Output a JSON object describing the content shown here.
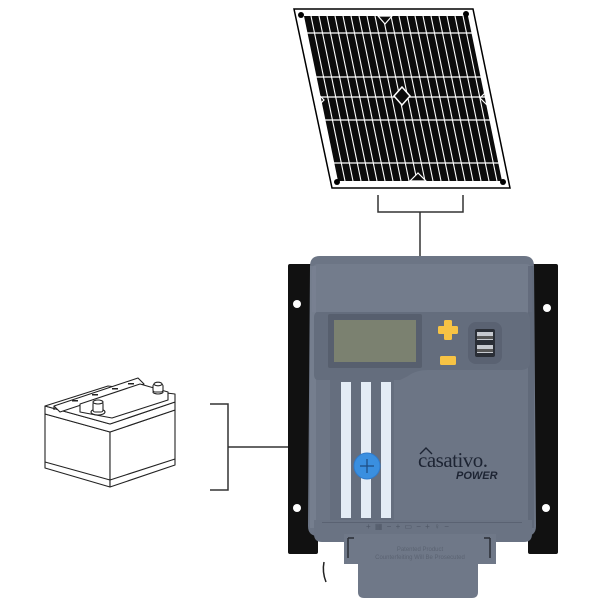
{
  "scene": {
    "description": "Solar charge controller wiring diagram",
    "background": "#ffffff"
  },
  "solar_panel": {
    "label": "solar-panel",
    "frame_color": "#000000",
    "cell_color": "#0b0b0b",
    "grid_color": "#ffffff"
  },
  "battery": {
    "label": "battery",
    "line_color": "#222222"
  },
  "controller": {
    "brand": "casativo.",
    "brand_sub": "POWER",
    "body_color": "#6c7585",
    "body_dark": "#5d6677",
    "bracket_color": "#111111",
    "lcd_color": "#7d836f",
    "button_plus_color": "#f7c344",
    "button_minus_color": "#f7c344",
    "blue_button_color": "#3a8fe0",
    "stripe_color": "#e4ecf6",
    "terminal_labels": "+ ▦ − + ▭ − + ♀ −",
    "cover_text_line1": "Patented Product",
    "cover_text_line2": "Counterfeiting Will Be Prosecuted"
  },
  "connectors": {
    "line_color": "#333333"
  }
}
